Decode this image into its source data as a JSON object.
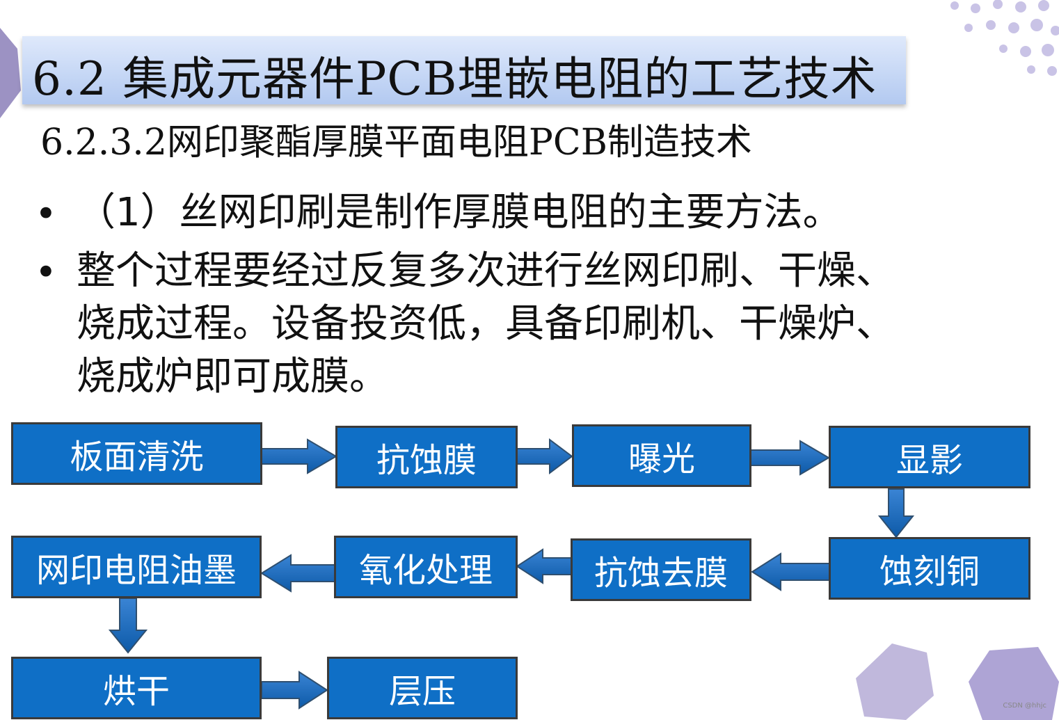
{
  "title": "6.2 集成元器件PCB埋嵌电阻的工艺技术",
  "subtitle": "6.2.3.2网印聚酯厚膜平面电阻PCB制造技术",
  "bullets": [
    {
      "marker": "•",
      "lines": [
        "（1）丝网印刷是制作厚膜电阻的主要方法。"
      ]
    },
    {
      "marker": "•",
      "lines": [
        "整个过程要经过反复多次进行丝网印刷、干燥、",
        "烧成过程。设备投资低，具备印刷机、干燥炉、",
        "烧成炉即可成膜。"
      ]
    }
  ],
  "flow": {
    "steps": {
      "s1": "板面清洗",
      "s2": "抗蚀膜",
      "s3": "曝光",
      "s4": "显影",
      "s5": "蚀刻铜",
      "s6": "抗蚀去膜",
      "s7": "氧化处理",
      "s8": "网印电阻油墨",
      "s9": "烘干",
      "s10": "层压"
    },
    "box_color": "#0f6fc6",
    "arrow_color": "#1065b8"
  },
  "watermark": "CSDN @hhjc"
}
